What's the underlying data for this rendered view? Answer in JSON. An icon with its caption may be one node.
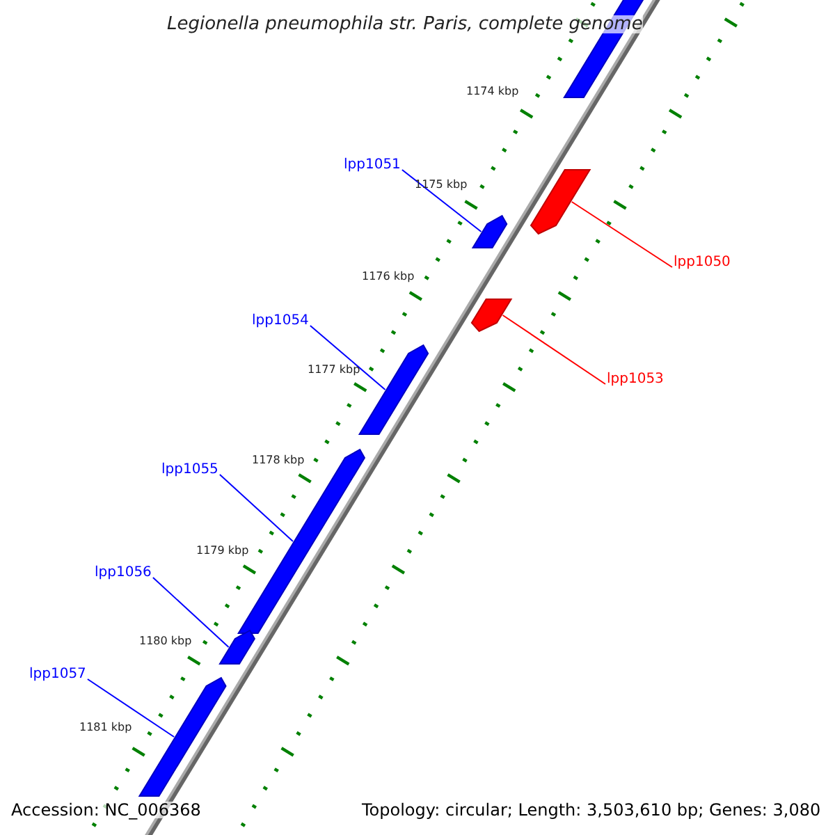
{
  "diagram": {
    "title": "Legionella pneumophila str. Paris, complete genome",
    "nodes": [
      {
        "text": [
          "lpp1051"
        ]
      },
      {
        "text": [
          "lpp1050"
        ]
      },
      {
        "text": [
          "lpp1054"
        ]
      },
      {
        "text": [
          "lpp1053"
        ]
      },
      {
        "text": [
          "lpp1055"
        ]
      },
      {
        "text": [
          "lpp1056"
        ]
      },
      {
        "text": [
          "lpp1057"
        ]
      },
      {
        "text": [],
        "shape": "arrow"
      },
      {
        "text": [],
        "shape": "arrow"
      },
      {
        "text": [],
        "shape": "arrow"
      },
      {
        "text": [],
        "shape": "arrow"
      },
      {
        "text": [],
        "shape": "arrow"
      },
      {
        "text": [],
        "shape": "arrow"
      },
      {
        "text": [],
        "shape": "arrow"
      },
      {
        "text": [],
        "shape": "arrow"
      }
    ],
    "edges": [
      {
        "from": 0,
        "to": 8,
        "arrow": "none"
      },
      {
        "from": 1,
        "to": 9,
        "arrow": "none",
        "color": "#ff0000"
      },
      {
        "from": 2,
        "to": 11,
        "arrow": "none"
      },
      {
        "from": 3,
        "to": 10,
        "arrow": "none",
        "color": "#ff0000"
      },
      {
        "from": 4,
        "to": 12,
        "arrow": "none"
      },
      {
        "from": 5,
        "to": 13,
        "arrow": "none"
      },
      {
        "from": 6,
        "to": 14,
        "arrow": "none"
      }
    ],
    "labels": [
      "1174 kbp",
      "1175 kbp",
      "1176 kbp",
      "1177 kbp",
      "1178 kbp",
      "1179 kbp",
      "1180 kbp",
      "1181 kbp",
      "Accession: NC_006368",
      "Topology: circular; Length: 3,503,610 bp; Genes: 3,080"
    ]
  }
}
